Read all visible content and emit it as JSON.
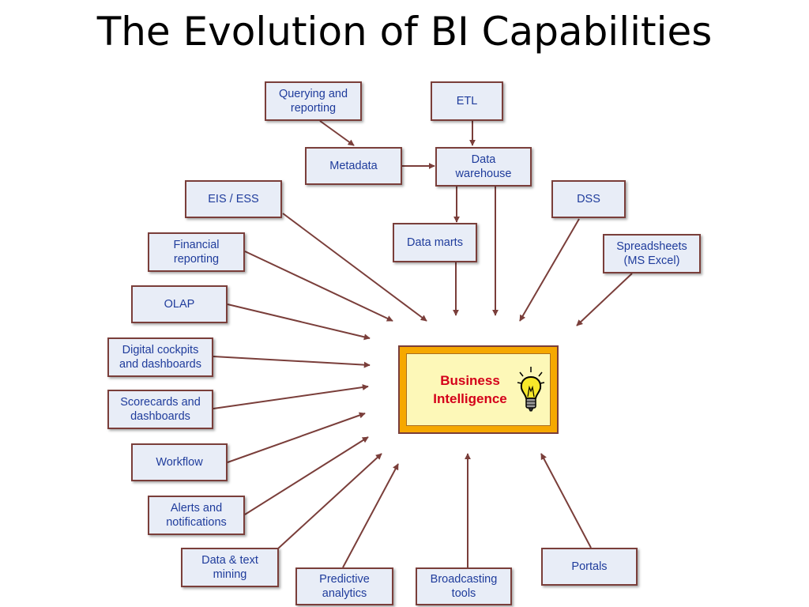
{
  "title": "The Evolution of BI Capabilities",
  "center": {
    "label": "Business\nIntelligence",
    "icon": "lightbulb-icon"
  },
  "nodes": [
    {
      "id": "querying",
      "label": "Querying and\nreporting"
    },
    {
      "id": "etl",
      "label": "ETL"
    },
    {
      "id": "metadata",
      "label": "Metadata"
    },
    {
      "id": "data_warehouse",
      "label": "Data\nwarehouse"
    },
    {
      "id": "eis_ess",
      "label": "EIS / ESS"
    },
    {
      "id": "dss",
      "label": "DSS"
    },
    {
      "id": "data_marts",
      "label": "Data marts"
    },
    {
      "id": "financial_reporting",
      "label": "Financial\nreporting"
    },
    {
      "id": "spreadsheets",
      "label": "Spreadsheets\n(MS Excel)"
    },
    {
      "id": "olap",
      "label": "OLAP"
    },
    {
      "id": "digital_cockpits",
      "label": "Digital cockpits\nand dashboards"
    },
    {
      "id": "scorecards",
      "label": "Scorecards and\ndashboards"
    },
    {
      "id": "workflow",
      "label": "Workflow"
    },
    {
      "id": "alerts",
      "label": "Alerts and\nnotifications"
    },
    {
      "id": "data_text_mining",
      "label": "Data & text\nmining"
    },
    {
      "id": "predictive",
      "label": "Predictive\nanalytics"
    },
    {
      "id": "broadcasting",
      "label": "Broadcasting\ntools"
    },
    {
      "id": "portals",
      "label": "Portals"
    }
  ],
  "colors": {
    "box_fill": "#e8edf7",
    "box_border": "#7a3e3a",
    "box_text": "#1f3c9c",
    "arrow": "#7a3e3a",
    "center_outer": "#f6a800",
    "center_inner": "#fdf8b8",
    "center_text": "#d4001a"
  }
}
